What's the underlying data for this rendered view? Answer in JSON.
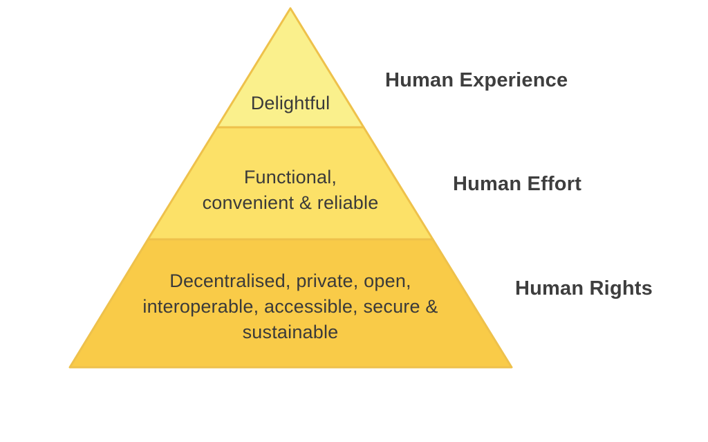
{
  "page": {
    "background": "#FFFFFF"
  },
  "pyramid": {
    "text_color": "#3A3A3A",
    "label_color": "#3E3E3E",
    "border_color": "#EEC14B",
    "tiers": [
      {
        "id": "top",
        "side_label": "Human Experience",
        "lines": [
          "Delightful"
        ],
        "fill": "#FAF08C",
        "stroke": "#EEC14B"
      },
      {
        "id": "middle",
        "side_label": "Human Effort",
        "lines": [
          "Functional,",
          "convenient & reliable"
        ],
        "fill": "#FCE168",
        "stroke": "#EEC14B"
      },
      {
        "id": "bottom",
        "side_label": "Human Rights",
        "lines": [
          "Decentralised, private, open,",
          "interoperable, accessible, secure &",
          "sustainable"
        ],
        "fill": "#F9CB48",
        "stroke": "#EEC14B"
      }
    ]
  }
}
